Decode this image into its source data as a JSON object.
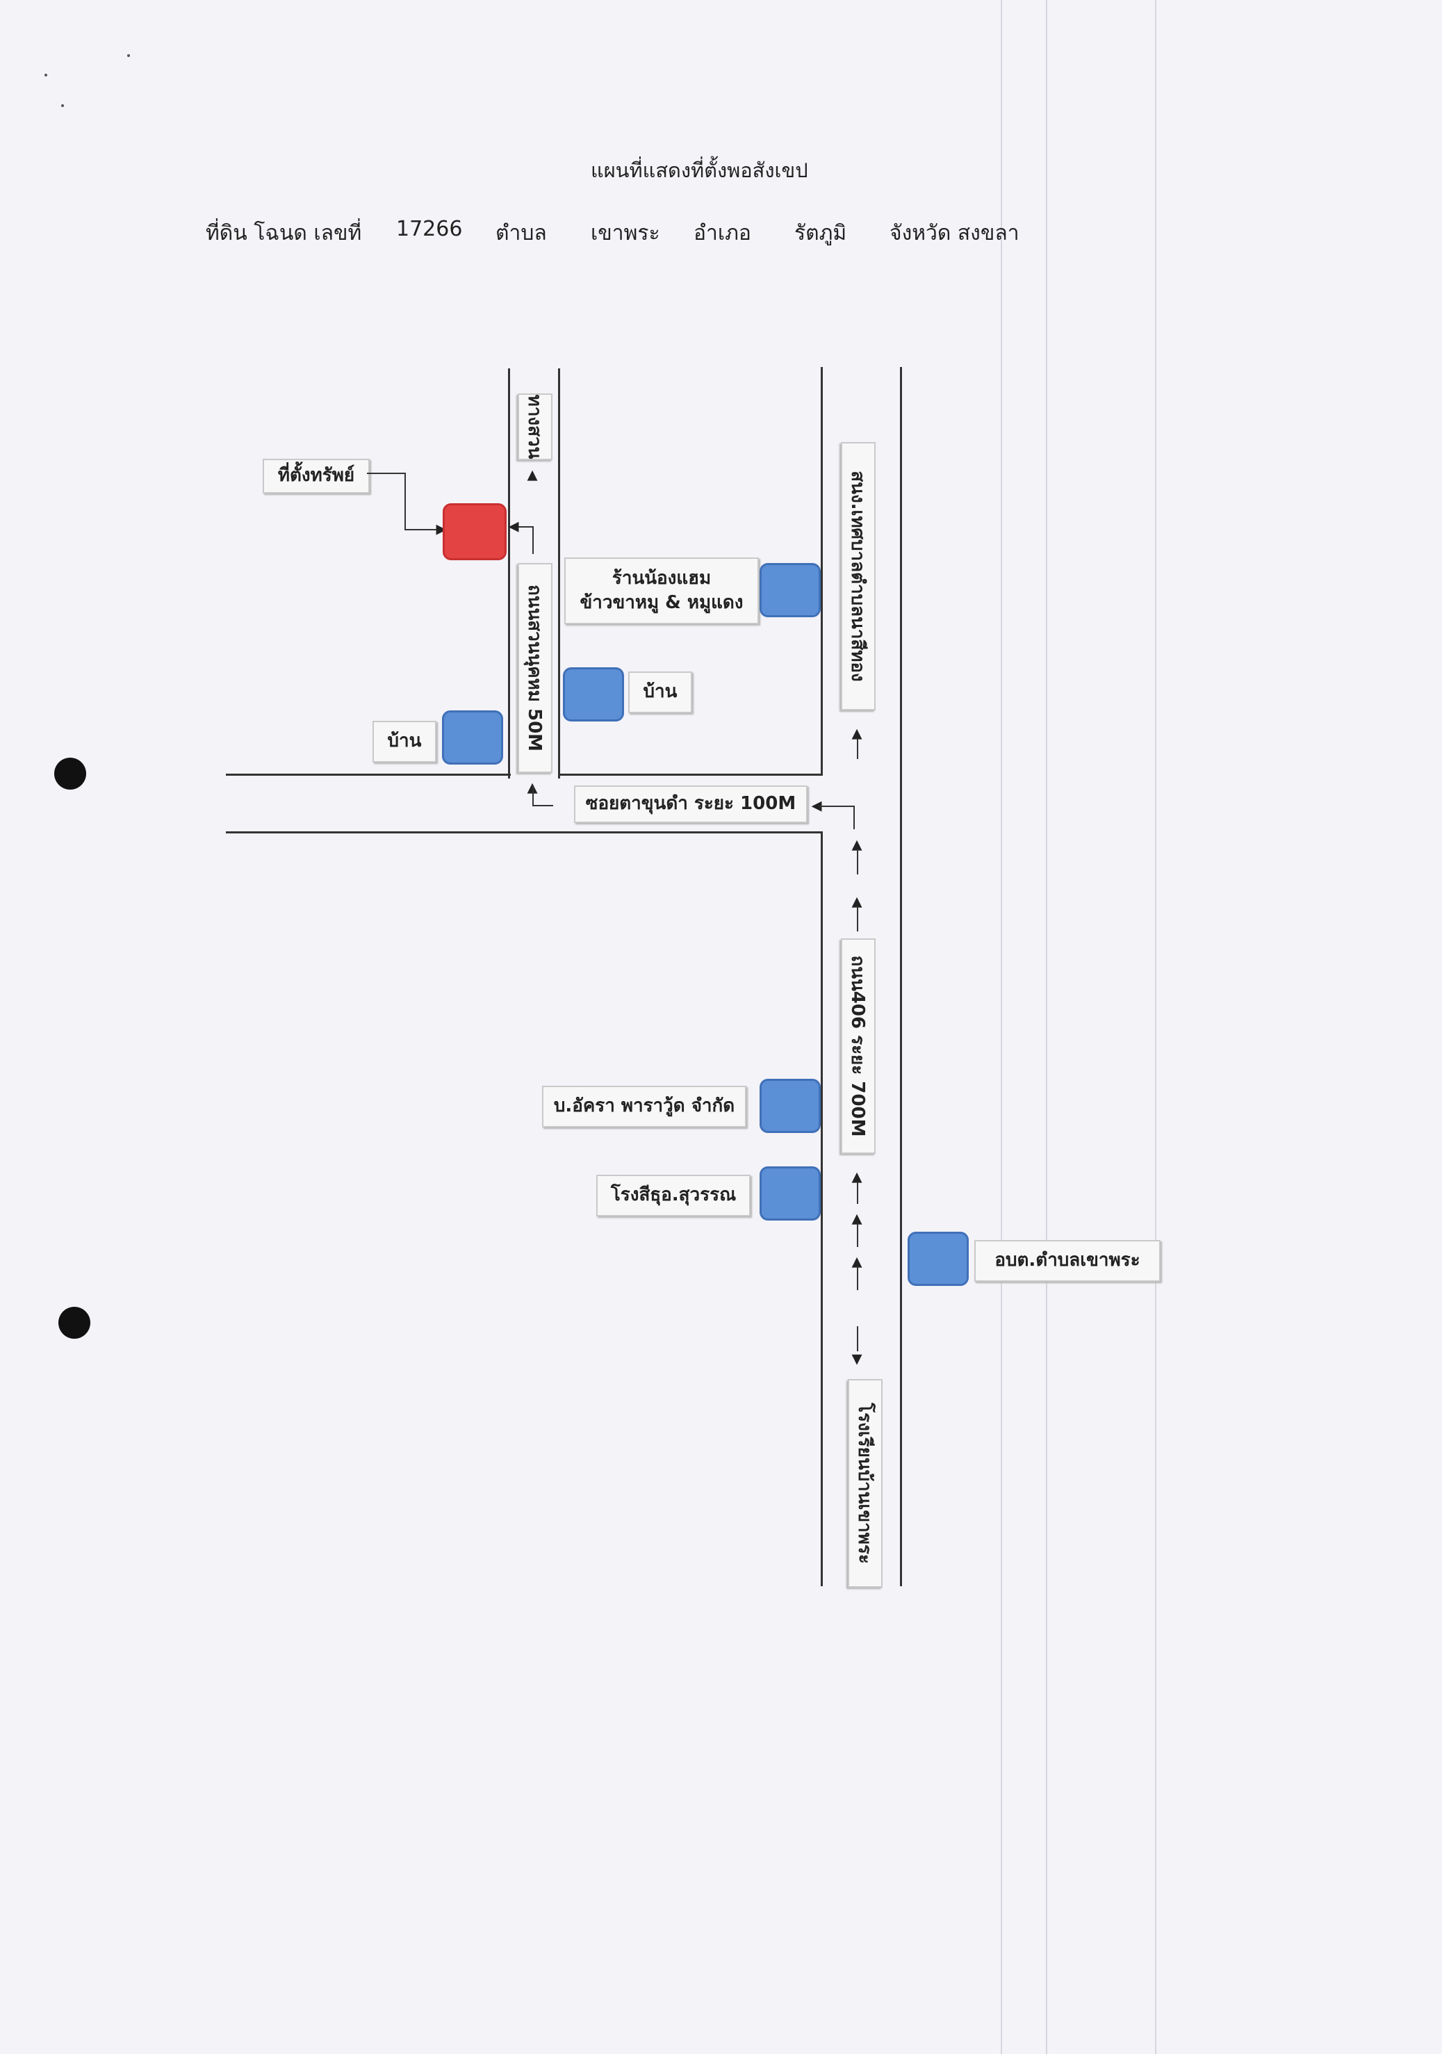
{
  "title": "แผนที่แสดงที่ตั้งพอสังเขป",
  "subtitle": {
    "deed_label": "ที่ดิน โฉนด เลขที่",
    "deed_number": "17266",
    "subdistrict_label": "ตำบล",
    "subdistrict": "เขาพระ",
    "district_label": "อำเภอ",
    "district": "รัตภูมิ",
    "province": "จังหวัด สงขลา"
  },
  "labels": {
    "property_location": "ที่ตั้งทรัพย์",
    "to_orchard": "ทางสวน",
    "soi_road": "ถนนสวนนุคหม 50M",
    "shop_line1": "ร้านน้องแฮม",
    "shop_line2": "ข้าวขาหมู & หมูแดง",
    "house_right": "บ้าน",
    "house_left": "บ้าน",
    "municipal_office": "สนง.เทศบาลตำบลนาสีทอง",
    "soi_tadukham": "ซอยตาขุนดำ ระยะ 100M",
    "highway_406": "ถนน406 ระยะ 700M",
    "company": "บ.อัครา พาราวู้ด จำกัด",
    "factory": "โรงสีธุอ.สุวรรณ",
    "sao": "อบต.ตำบลเขาพระ",
    "school": "โรงเรียนบ้านเขาพระ"
  },
  "colors": {
    "property_marker": "#e44343",
    "landmark_marker": "#5b8fd6"
  },
  "icons": [
    "arrow-up-icon",
    "arrow-left-icon",
    "arrow-down-icon",
    "elbow-arrow-icon"
  ]
}
